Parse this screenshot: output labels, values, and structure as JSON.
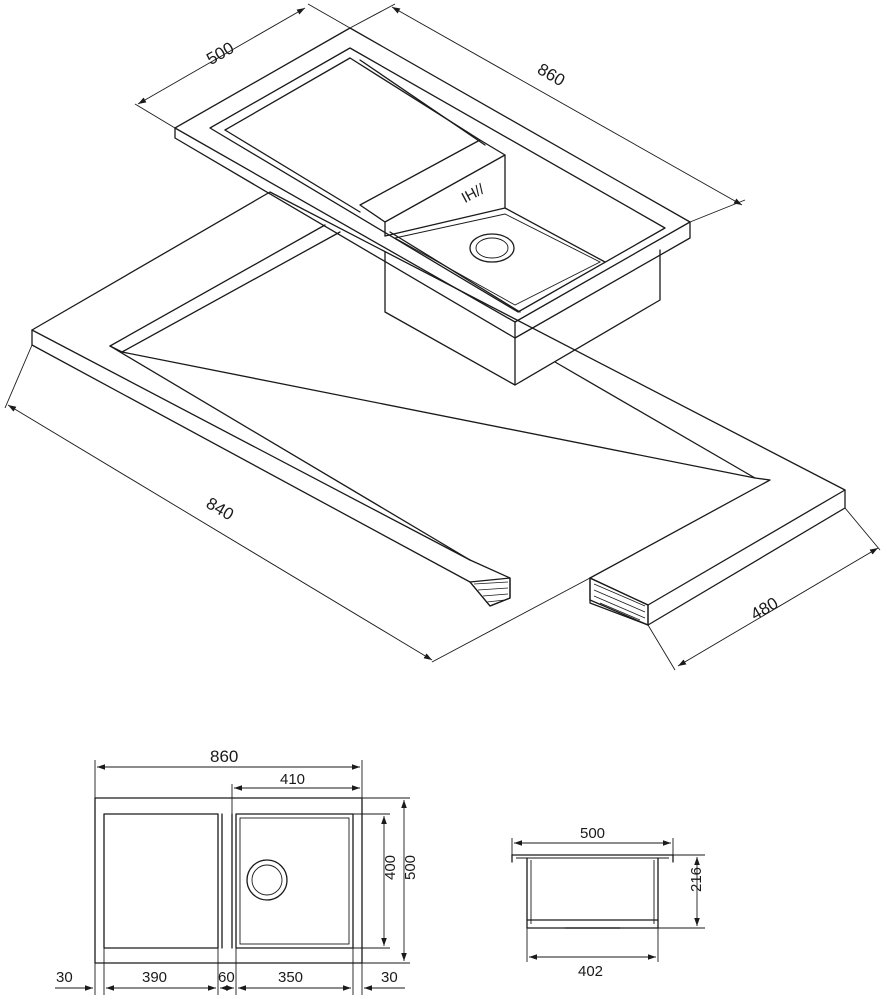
{
  "iso_view": {
    "dim_sink_depth": "500",
    "dim_sink_length": "860",
    "dim_cutout_length": "840",
    "dim_cutout_depth": "480",
    "sink_mark": "IH//"
  },
  "top_view": {
    "dim_total_length": "860",
    "dim_bowl_length": "410",
    "dim_bowl_depth_inner": "400",
    "dim_total_depth": "500",
    "dim_left_margin": "30",
    "dim_drainer_width": "390",
    "dim_divider": "60",
    "dim_bowl_width": "350",
    "dim_right_margin": "30"
  },
  "side_view": {
    "dim_top_width": "500",
    "dim_height": "216",
    "dim_bottom_width": "402"
  }
}
